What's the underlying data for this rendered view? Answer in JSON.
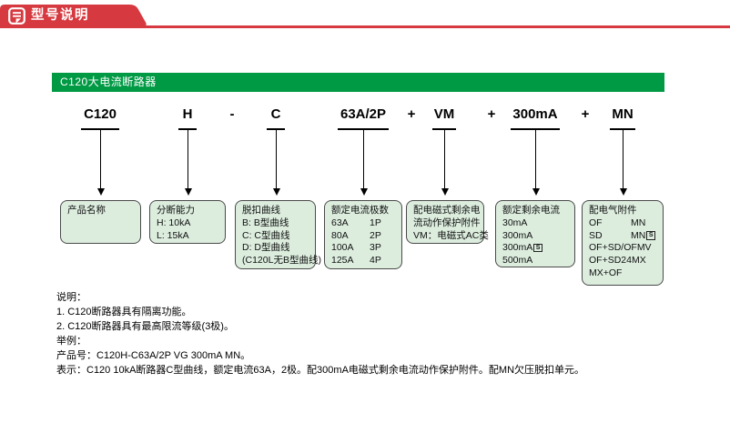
{
  "header": {
    "title": "型号说明"
  },
  "section": {
    "title": "C120大电流断路器"
  },
  "model": {
    "segments": [
      "C120",
      "H",
      "C",
      "63A/2P",
      "VM",
      "300mA",
      "MN"
    ],
    "dash": "-",
    "plus": "+"
  },
  "boxes": [
    {
      "title": "产品名称"
    },
    {
      "title": "分断能力",
      "lines": [
        "H: 10kA",
        "L: 15kA"
      ]
    },
    {
      "title": "脱扣曲线",
      "lines": [
        "B: B型曲线",
        "C: C型曲线",
        "D: D型曲线",
        "(C120L无B型曲线)"
      ]
    },
    {
      "headers": [
        "额定电流",
        "极数"
      ],
      "rows": [
        [
          "63A",
          "1P"
        ],
        [
          "80A",
          "2P"
        ],
        [
          "100A",
          "3P"
        ],
        [
          "125A",
          "4P"
        ]
      ]
    },
    {
      "lines": [
        "配电磁式剩余电",
        "流动作保护附件",
        "VM：电磁式AC类"
      ]
    },
    {
      "title": "额定剩余电流",
      "items": [
        "30mA",
        "300mA",
        "300mA",
        "500mA"
      ],
      "badge": "S"
    },
    {
      "title": "配电气附件",
      "rows": [
        [
          "OF",
          "MN"
        ],
        [
          "SD",
          "MN"
        ],
        [
          "OF+SD/OF",
          "MV"
        ],
        [
          "OF+SD24",
          "MX"
        ],
        [
          "MX+OF",
          ""
        ]
      ],
      "badge": "S"
    }
  ],
  "notes": {
    "label": "说明：",
    "items": [
      "1. C120断路器具有隔离功能。",
      "2. C120断路器具有最高限流等级(3极)。"
    ],
    "example_label": "举例：",
    "product": "产品号：C120H-C63A/2P VG 300mA MN。",
    "meaning": "表示：C120 10kA断路器C型曲线，额定电流63A，2极。配300mA电磁式剩余电流动作保护附件。配MN欠压脱扣单元。"
  },
  "colors": {
    "accent_red": "#d6393f",
    "accent_green": "#009a44",
    "box_fill": "#dcedde"
  }
}
